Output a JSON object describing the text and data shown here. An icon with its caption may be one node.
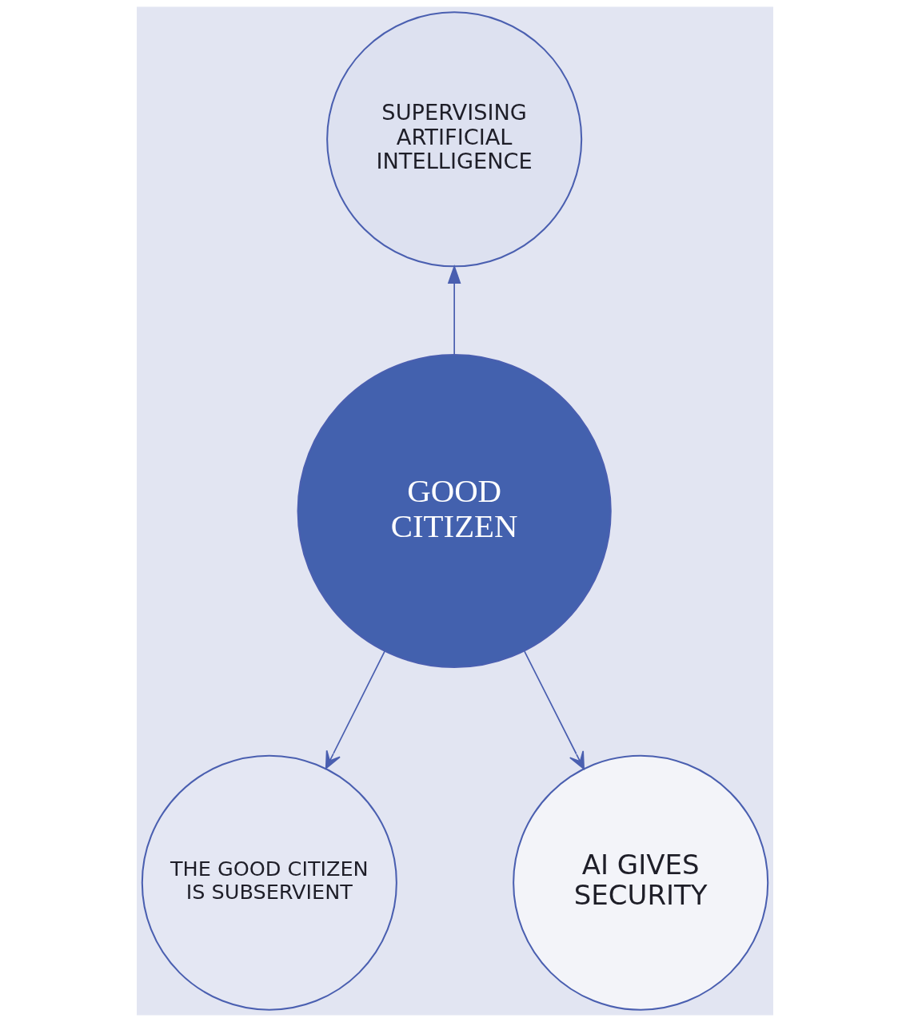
{
  "diagram": {
    "nodes": [
      {
        "text": [
          "SUPERVISING ARTIFICIAL INTELLIGENCE"
        ]
      },
      {
        "text": [
          "GOOD CITIZEN"
        ]
      },
      {
        "text": [
          "THE GOOD CITIZEN IS SUBSERVIENT"
        ]
      },
      {
        "text": [
          "AI GIVES SECURITY"
        ]
      }
    ],
    "edges": [
      {
        "from": 1,
        "to": 0,
        "arrow": "to"
      },
      {
        "from": 1,
        "to": 2,
        "arrow": "to"
      },
      {
        "from": 1,
        "to": 3,
        "arrow": "to"
      }
    ]
  }
}
